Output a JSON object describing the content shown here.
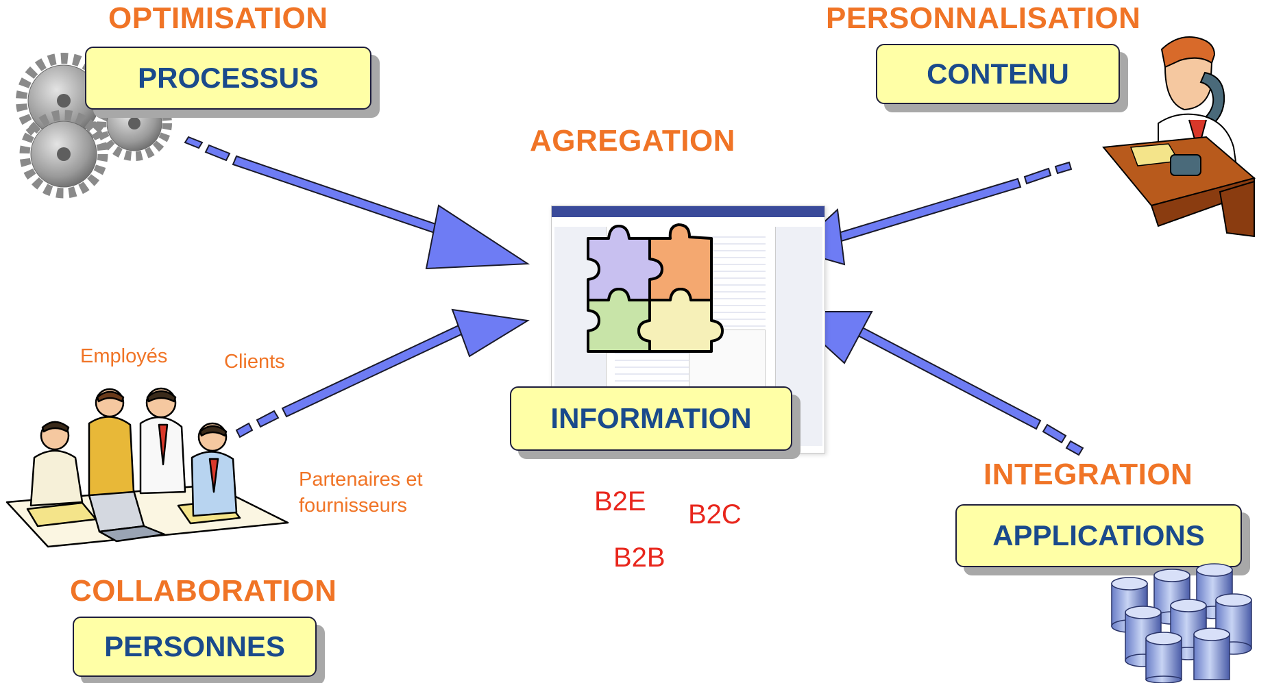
{
  "nodes": {
    "optimisation": {
      "heading": "OPTIMISATION",
      "box": "PROCESSUS"
    },
    "personnalisation": {
      "heading": "PERSONNALISATION",
      "box": "CONTENU"
    },
    "agregation": {
      "heading": "AGREGATION",
      "box": "INFORMATION"
    },
    "collaboration": {
      "heading": "COLLABORATION",
      "box": "PERSONNES"
    },
    "integration": {
      "heading": "INTEGRATION",
      "box": "APPLICATIONS"
    }
  },
  "people_labels": {
    "employes": "Employés",
    "clients": "Clients",
    "partenaires": "Partenaires et\nfournisseurs"
  },
  "b2_labels": {
    "b2e": "B2E",
    "b2c": "B2C",
    "b2b": "B2B"
  },
  "icons": [
    "gears-icon",
    "puzzle-icon",
    "portal-screenshot",
    "phone-person-icon",
    "team-people-icon",
    "database-cylinders-icon"
  ],
  "colors": {
    "heading": "#f07426",
    "box_fill": "#ffffa6",
    "box_text": "#1a4a8c",
    "arrow": "#6e7cf4",
    "b2_text": "#e8261c"
  }
}
